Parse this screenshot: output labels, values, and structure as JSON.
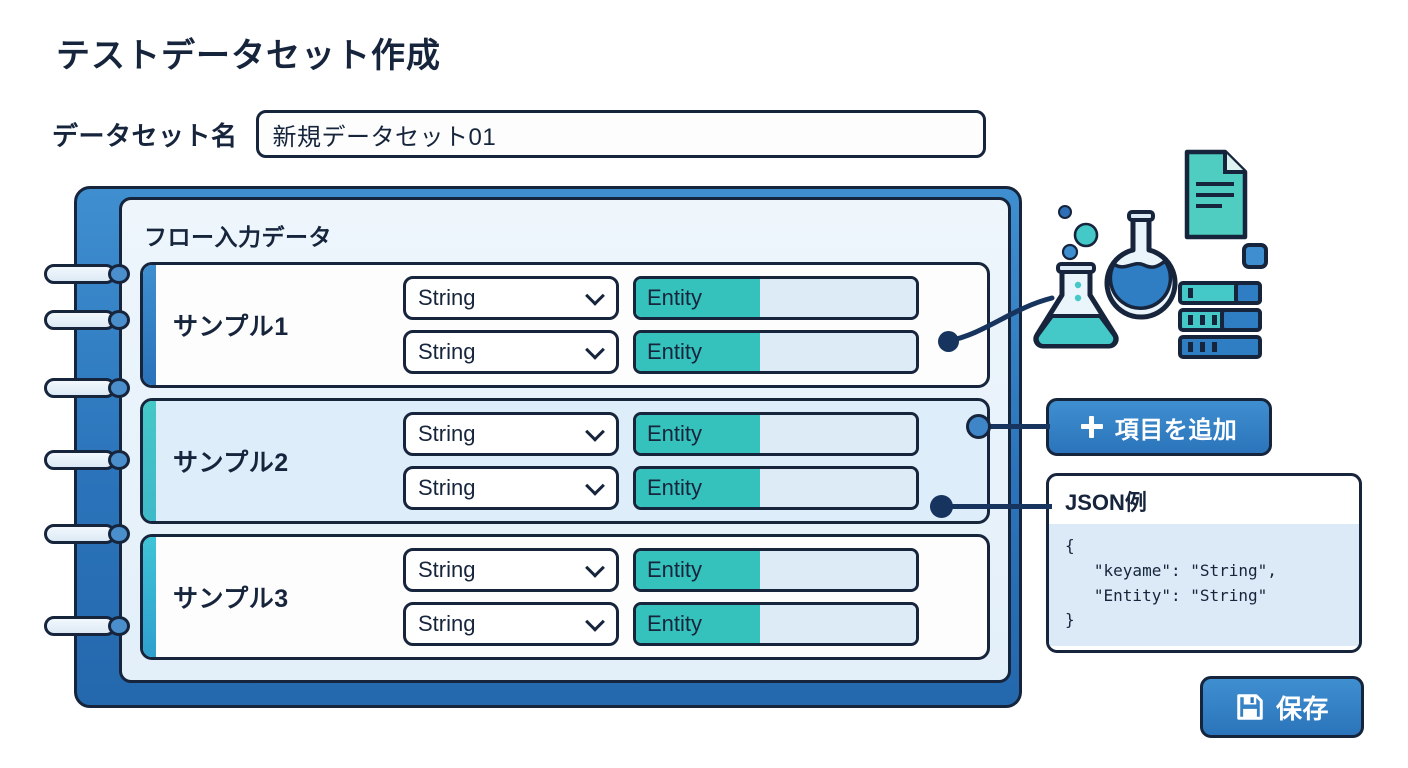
{
  "page": {
    "title": "テストデータセット作成"
  },
  "dataset_name": {
    "label": "データセット名",
    "value": "新規データセット01",
    "placeholder": "新規データセット01"
  },
  "panel": {
    "header": "フロー入力データ",
    "rings_count": 6,
    "samples": [
      {
        "label": "サンプル1",
        "state": "default",
        "accent_color": "#3f8fd0",
        "fields": [
          {
            "type_value": "String",
            "entity_key": "Entity",
            "entity_value": ""
          },
          {
            "type_value": "String",
            "entity_key": "Entity",
            "entity_value": ""
          }
        ]
      },
      {
        "label": "サンプル2",
        "state": "selected",
        "accent_color": "#45c8c8",
        "fields": [
          {
            "type_value": "String",
            "entity_key": "Entity",
            "entity_value": ""
          },
          {
            "type_value": "String",
            "entity_key": "Entity",
            "entity_value": ""
          }
        ]
      },
      {
        "label": "サンプル3",
        "state": "default",
        "accent_color": "#3fc4d6",
        "fields": [
          {
            "type_value": "String",
            "entity_key": "Entity",
            "entity_value": ""
          },
          {
            "type_value": "String",
            "entity_key": "Entity",
            "entity_value": ""
          }
        ]
      }
    ]
  },
  "actions": {
    "add_item_label": "項目を追加",
    "add_item_icon": "plus-icon",
    "save_label": "保存",
    "save_icon": "floppy-disk-icon"
  },
  "json_example": {
    "title": "JSON例",
    "code": "{\n   \"keyame\": \"String\",\n   \"Entity\": \"String\"\n}"
  },
  "decorations": {
    "icons": [
      "erlenmeyer-flask-icon",
      "round-flask-icon",
      "document-icon",
      "database-stack-icon",
      "small-square-icon",
      "bubble-icon"
    ]
  },
  "colors": {
    "ink": "#16243c",
    "blue": "#2b74bb",
    "teal": "#36c2bc",
    "panel_bg": "#e9f3fb",
    "field_bg": "#dcebf5"
  }
}
